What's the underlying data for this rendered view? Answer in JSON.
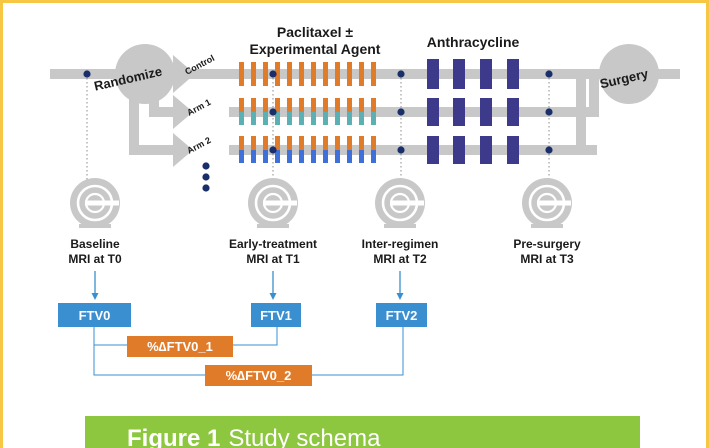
{
  "labels": {
    "randomize": "Randomize",
    "surgery": "Surgery",
    "paclitaxel_line1": "Paclitaxel ±",
    "paclitaxel_line2": "Experimental Agent",
    "anthracycline": "Anthracycline"
  },
  "arms": [
    "Control",
    "Arm 1",
    "Arm 2"
  ],
  "timepoints": [
    {
      "line1": "Baseline",
      "line2": "MRI at T0"
    },
    {
      "line1": "Early-treatment",
      "line2": "MRI at T1"
    },
    {
      "line1": "Inter-regimen",
      "line2": "MRI at T2"
    },
    {
      "line1": "Pre-surgery",
      "line2": "MRI at T3"
    }
  ],
  "measures": [
    "FTV0",
    "FTV1",
    "FTV2"
  ],
  "changes": [
    "%∆FTV0_1",
    "%∆FTV0_2"
  ],
  "caption": {
    "figure": "Figure 1",
    "text": "Study schema"
  },
  "colors": {
    "border": "#f7c744",
    "track": "#c8c8c8",
    "paclitaxel": "#e07b2a",
    "arm1_agent": "#5bb0b3",
    "arm2_agent": "#3f6fd8",
    "anthracycline": "#3d3a8c",
    "dot": "#1a2f6a",
    "ftv_box": "#3a8fd0",
    "change_box": "#e07b2a",
    "caption_bg": "#8dc63f",
    "mri_icon": "#c8c8c8"
  },
  "icons": [
    "mri-scanner-icon",
    "arrow-down-icon",
    "ellipsis-dots-icon"
  ]
}
